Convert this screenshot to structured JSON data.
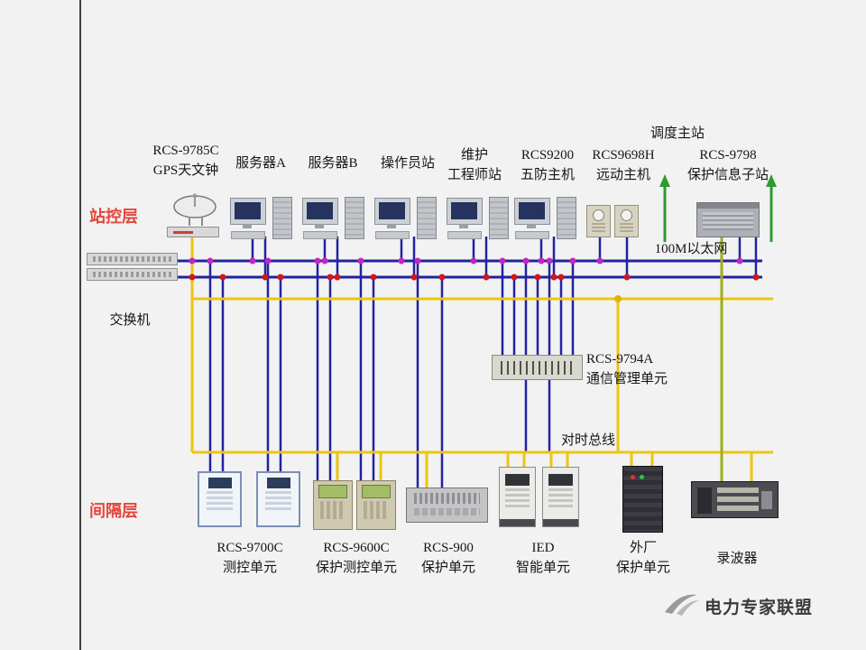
{
  "title_labels": {
    "dispatch_station": "调度主站",
    "station_layer": "站控层",
    "bay_layer": "间隔层",
    "switch": "交换机",
    "ethernet": "100M以太网",
    "time_bus": "对时总线",
    "watermark": "电力专家联盟"
  },
  "top_devices": [
    {
      "id": "gps-clock",
      "label1": "RCS-9785C",
      "label2": "GPS天文钟"
    },
    {
      "id": "server-a",
      "label1": "服务器A",
      "label2": ""
    },
    {
      "id": "server-b",
      "label1": "服务器B",
      "label2": ""
    },
    {
      "id": "operator",
      "label1": "操作员站",
      "label2": ""
    },
    {
      "id": "maintenance",
      "label1": "维护",
      "label2": "工程师站"
    },
    {
      "id": "rcs9200",
      "label1": "RCS9200",
      "label2": "五防主机"
    },
    {
      "id": "rcs9698h",
      "label1": "RCS9698H",
      "label2": "远动主机"
    },
    {
      "id": "rcs9798",
      "label1": "RCS-9798",
      "label2": "保护信息子站"
    }
  ],
  "comm_unit": {
    "label1": "RCS-9794A",
    "label2": "通信管理单元"
  },
  "bottom_devices": [
    {
      "id": "rcs9700c",
      "label1": "RCS-9700C",
      "label2": "测控单元"
    },
    {
      "id": "rcs9600c",
      "label1": "RCS-9600C",
      "label2": "保护测控单元"
    },
    {
      "id": "rcs900",
      "label1": "RCS-900",
      "label2": "保护单元"
    },
    {
      "id": "ied",
      "label1": "IED",
      "label2": "智能单元"
    },
    {
      "id": "external",
      "label1": "外厂",
      "label2": "保护单元"
    },
    {
      "id": "recorder",
      "label1": "录波器",
      "label2": ""
    }
  ],
  "colors": {
    "ethernet_blue": "#2222a2",
    "bus_yellow": "#eec411",
    "arrow_green": "#2f9a2f",
    "recorder_olive": "#9fae1c",
    "layer_red": "#e4453c",
    "node_magenta": "#c226c2",
    "node_red": "#d01818"
  }
}
